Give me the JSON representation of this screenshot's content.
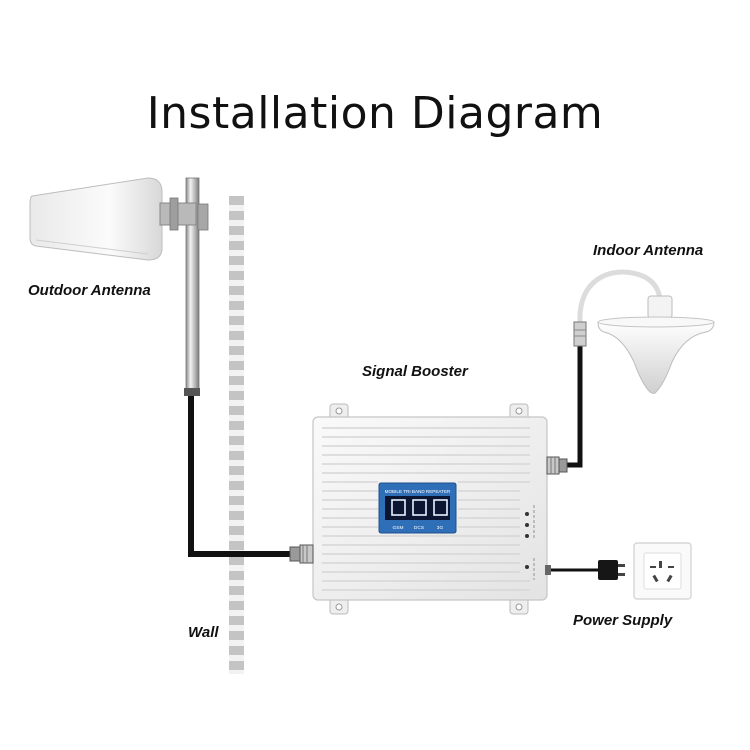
{
  "title": "Installation Diagram",
  "labels": {
    "outdoor_antenna": "Outdoor Antenna",
    "indoor_antenna": "Indoor Antenna",
    "signal_booster": "Signal Booster",
    "wall": "Wall",
    "power_supply": "Power Supply"
  },
  "booster": {
    "display_header": "MOBILE TRI BAND REPEATER",
    "bands": [
      "GSM",
      "DCS",
      "3G"
    ]
  },
  "colors": {
    "cable": "#111111",
    "wall_stripe": "#c9c9c9",
    "lcd_frame": "#2f6fb8",
    "lcd_screen": "#0b1633"
  }
}
